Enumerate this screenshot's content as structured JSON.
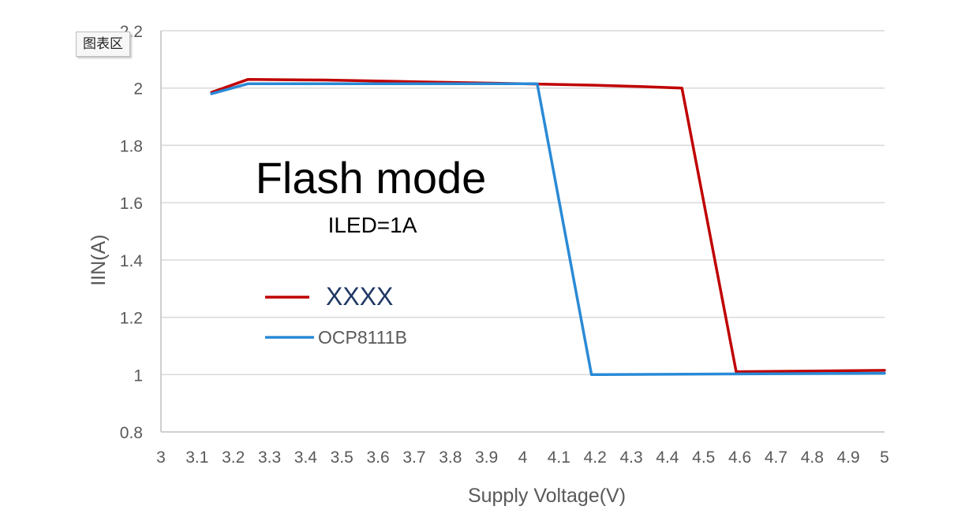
{
  "tooltip": {
    "label": "图表区"
  },
  "chart_data": {
    "type": "line",
    "xlabel": "Supply Voltage(V)",
    "ylabel": "IIN(A)",
    "xlim": [
      3,
      5
    ],
    "ylim": [
      0.8,
      2.2
    ],
    "x_ticks": [
      "3",
      "3.1",
      "3.2",
      "3.3",
      "3.4",
      "3.5",
      "3.6",
      "3.7",
      "3.8",
      "3.9",
      "4",
      "4.1",
      "4.2",
      "4.3",
      "4.4",
      "4.5",
      "4.6",
      "4.7",
      "4.8",
      "4.9",
      "5"
    ],
    "y_ticks": [
      "0.8",
      "1",
      "1.2",
      "1.4",
      "1.6",
      "1.8",
      "2",
      "2.2"
    ],
    "grid": true,
    "legend_position": "left-middle",
    "annotations": [
      "Flash mode",
      "ILED=1A"
    ],
    "series": [
      {
        "name": "XXXX",
        "color": "#C00000",
        "points": [
          [
            3.14,
            1.985
          ],
          [
            3.24,
            2.03
          ],
          [
            3.45,
            2.028
          ],
          [
            3.7,
            2.022
          ],
          [
            4.0,
            2.015
          ],
          [
            4.2,
            2.01
          ],
          [
            4.33,
            2.005
          ],
          [
            4.44,
            2.0
          ],
          [
            4.59,
            1.01
          ],
          [
            5.0,
            1.015
          ]
        ]
      },
      {
        "name": "OCP8111B",
        "color": "#2A8AD6",
        "points": [
          [
            3.14,
            1.98
          ],
          [
            3.24,
            2.015
          ],
          [
            4.04,
            2.015
          ],
          [
            4.19,
            1.0
          ],
          [
            5.0,
            1.005
          ]
        ]
      }
    ]
  }
}
